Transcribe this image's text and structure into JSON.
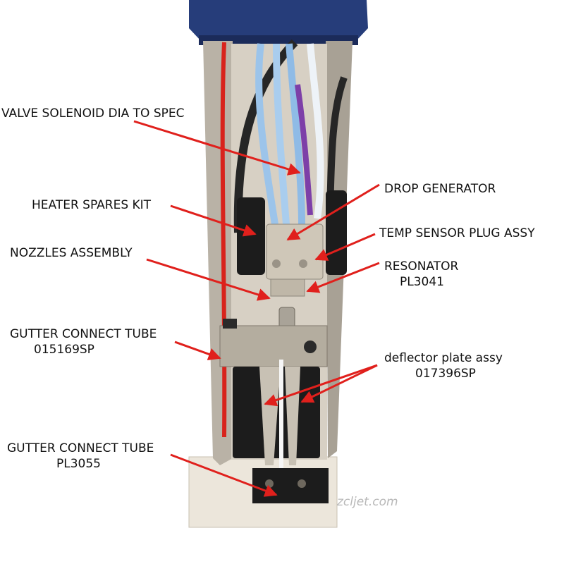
{
  "labels": {
    "valve_solenoid": "VALVE SOLENOID DIA TO SPEC",
    "heater_spares": "HEATER SPARES KIT",
    "nozzles_assembly": "NOZZLES ASSEMBLY",
    "gutter_tube_1_name": "GUTTER CONNECT TUBE",
    "gutter_tube_1_code": "015169SP",
    "gutter_tube_2_name": "GUTTER CONNECT TUBE",
    "gutter_tube_2_code": "PL3055",
    "drop_generator": "DROP GENERATOR",
    "temp_sensor": "TEMP SENSOR PLUG ASSY",
    "resonator_name": "RESONATOR",
    "resonator_code": "PL3041",
    "deflector_name": "deflector plate  assy",
    "deflector_code": "017396SP"
  },
  "watermark": "zcljet.com",
  "colors": {
    "arrow": "#e0201c",
    "housing_blue": "#263d7a",
    "frame_metal": "#b9b2a6",
    "tube_blue": "#9cc4ea",
    "cable_black": "#262626",
    "cable_purple": "#7d3fa8",
    "wire_red": "#d8231c",
    "block_black": "#1c1c1c"
  }
}
